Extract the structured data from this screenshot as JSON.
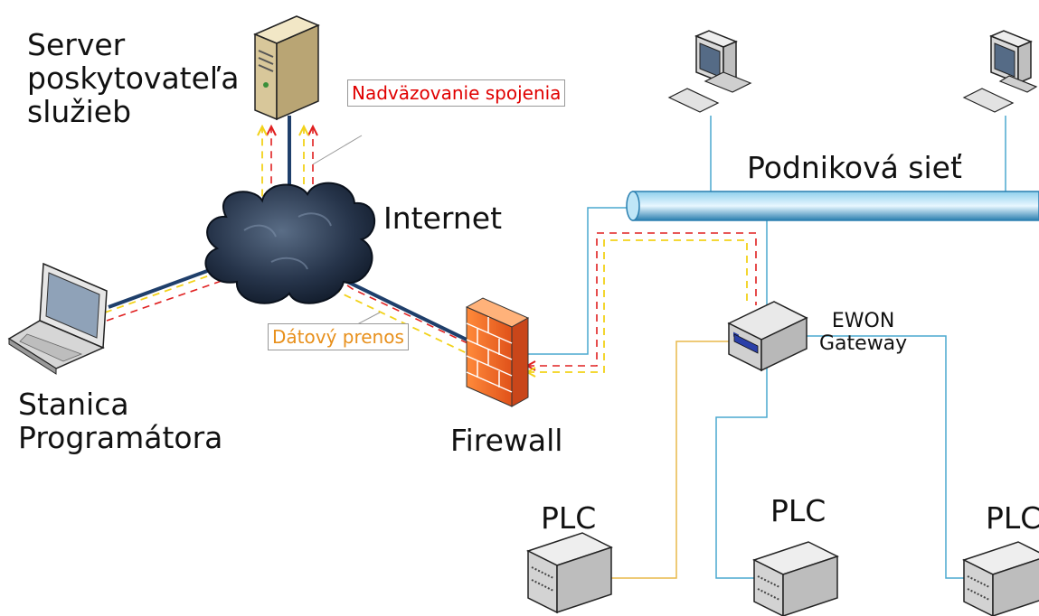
{
  "labels": {
    "server": "Server\nposkytovateľa\nslužieb",
    "internet": "Internet",
    "station": "Stanica\nProgramátora",
    "firewall": "Firewall",
    "podnikova_siet": "Podniková sieť",
    "ewon": "EWON\nGateway",
    "plc1": "PLC",
    "plc2": "PLC",
    "plc3": "PLC",
    "navazovanie": "Nadväzovanie\nspojenia",
    "datovy": "Dátový\nprenos"
  },
  "colors": {
    "connection_request": "#e02020",
    "data_transfer": "#f2d21a",
    "wan_link": "#1f3f6b",
    "lan_link": "#4aa9cf",
    "plc_link_yellow": "#e8b84a",
    "navazovanie_text": "#e00000",
    "datovy_text": "#e8901c"
  }
}
